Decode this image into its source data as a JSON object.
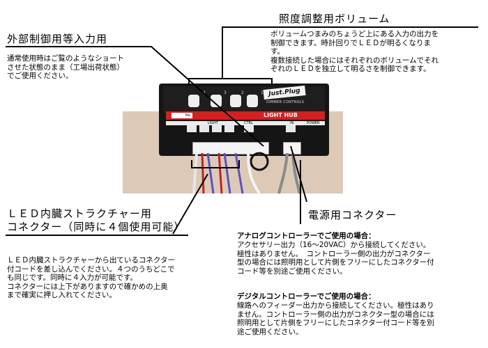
{
  "labels": {
    "external_input": {
      "title": "外部制御用等入力用",
      "desc": [
        "通常使用時はご覧のようなショート",
        "させた状態のまま（工場出荷状態）",
        "でご使用ください。"
      ]
    },
    "dimmer": {
      "title": "照度調整用ボリューム",
      "desc": [
        "ボリュームつまみのちょうど上にある入力の出力を",
        "制御できます。時計回りでＬＥＤが明るくなりま",
        "す。",
        "複数接続した場合にはそれぞれのボリュームでそれ",
        "ぞれのＬＥＤを独立して明るさを制御できます。"
      ]
    },
    "led_connector": {
      "title_lines": [
        "ＬＥＤ内臓ストラクチャー用",
        "コネクター（同時に４個使用可能）"
      ],
      "desc": [
        "ＬＥＤ内臓ストラクチャーから出ているコネクター",
        "付コードを差し込んでください。４つのうちどこで",
        "も同じです。同時に４入力が可能です。",
        "コネクターには上下がありますので確かめの上奥",
        "まで確実に押し入れてください。"
      ]
    },
    "power": {
      "title": "電源用コネクター",
      "analog_heading": "アナログコントローラーでご使用の場合：",
      "analog_desc": [
        "アクセサリー出力（16～20VAC）から接続してください。",
        "極性はありません。　コントローラー側の出力がコネクター",
        "型の場合には照明用として片側をフリーにしたコネクター付",
        "コード等を別途ご使用ください。"
      ],
      "digital_heading": "デジタルコントローラーでご使用の場合：",
      "digital_desc": [
        "線路へのフィーダー出力から接続してください。極性はあり",
        "ません。コントローラー側の出力がコネクター型の場合には",
        "照明用として片側をフリーにしたコネクター付コード等を別",
        "途ご使用ください。"
      ]
    }
  },
  "device": {
    "brand": "Just.Plug",
    "subtitle": "DIMMER CONTROLS",
    "name": "LIGHT HUB",
    "no_label": "No.",
    "knob_numbers": [
      "4",
      "3",
      "2",
      "1"
    ],
    "light_label": "LIGHT",
    "ctrl_label": "CTRL",
    "in_label": "IN",
    "power_label": "POWER"
  }
}
